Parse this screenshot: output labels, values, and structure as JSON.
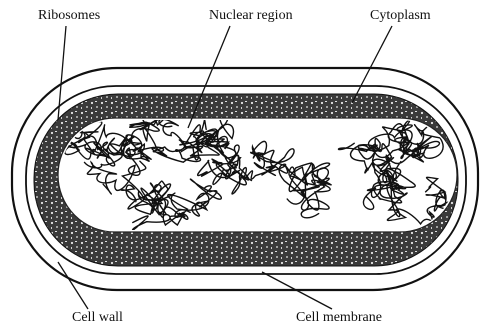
{
  "diagram": {
    "labels": {
      "ribosomes": "Ribosomes",
      "nuclear_region": "Nuclear region",
      "cytoplasm": "Cytoplasm",
      "cell_wall": "Cell wall",
      "cell_membrane": "Cell membrane"
    },
    "colors": {
      "ink": "#111111",
      "cytoplasm_fill": "#3a3a3a",
      "background": "#ffffff"
    }
  }
}
